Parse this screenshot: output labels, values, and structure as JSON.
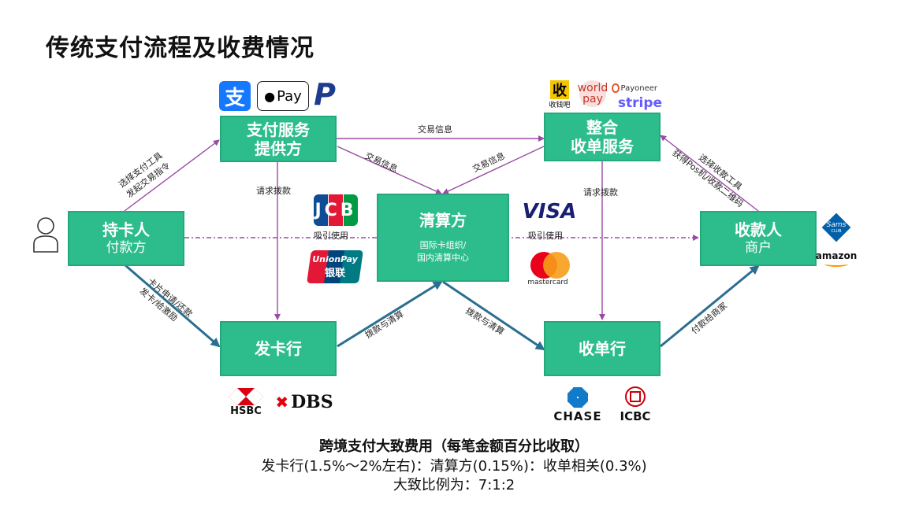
{
  "title": "传统支付流程及收费情况",
  "nodes": {
    "psp": {
      "line1": "支付服务",
      "line2": "提供方"
    },
    "aggregator": {
      "line1": "整合",
      "line2": "收单服务"
    },
    "cardholder": {
      "line1": "持卡人",
      "line2": "付款方"
    },
    "clearing": {
      "line1": "清算方",
      "line2": "国际卡组织/",
      "line3": "国内清算中心"
    },
    "merchant": {
      "line1": "收款人",
      "line2": "商户"
    },
    "issuer": {
      "line1": "发卡行"
    },
    "acquirer": {
      "line1": "收单行"
    }
  },
  "edge_labels": {
    "choose_tool_1": "选择支付工具",
    "choose_tool_2": "发起交易指令",
    "tx_info_top": "交易信息",
    "tx_info_left": "交易信息",
    "tx_info_right": "交易信息",
    "request_funds_left": "请求拨款",
    "request_funds_right": "请求拨款",
    "attract_left": "吸引使用",
    "attract_right": "吸引使用",
    "merchant_tool_1": "选择收款工具",
    "merchant_tool_2": "获得Pos机/收款二维码",
    "card_apply_1": "卡片申请/还款",
    "card_apply_2": "发卡/给激励",
    "fund_clear_left": "拨款与清算",
    "fund_clear_right": "拨款与清算",
    "pay_merchant": "付款给商家"
  },
  "logos": {
    "alipay": "支",
    "applepay": "Pay",
    "paypal": "P",
    "shouqianba_char": "收",
    "shouqianba_text": "收钱吧",
    "worldpay_1": "world",
    "worldpay_2": "pay",
    "payoneer": "Payoneer",
    "stripe": "stripe",
    "jcb": "JCB",
    "unionpay_1": "UnionPay",
    "unionpay_2": "银联",
    "visa": "VISA",
    "mastercard": "mastercard",
    "sams_1": "Sams",
    "sams_2": "CLUB",
    "amazon": "amazon",
    "hsbc": "HSBC",
    "dbs": "DBS",
    "chase": "CHASE",
    "icbc": "ICBC"
  },
  "footer": {
    "heading": "跨境支付大致费用（每笔金额百分比收取）",
    "fees": "发卡行(1.5%～2%左右)：清算方(0.15%)：收单相关(0.3%)",
    "ratio": "大致比例为：7:1:2"
  },
  "colors": {
    "node_fill": "#2dbd8c",
    "arrow_purple": "#9b4aa6",
    "arrow_teal": "#2a6f8f"
  }
}
